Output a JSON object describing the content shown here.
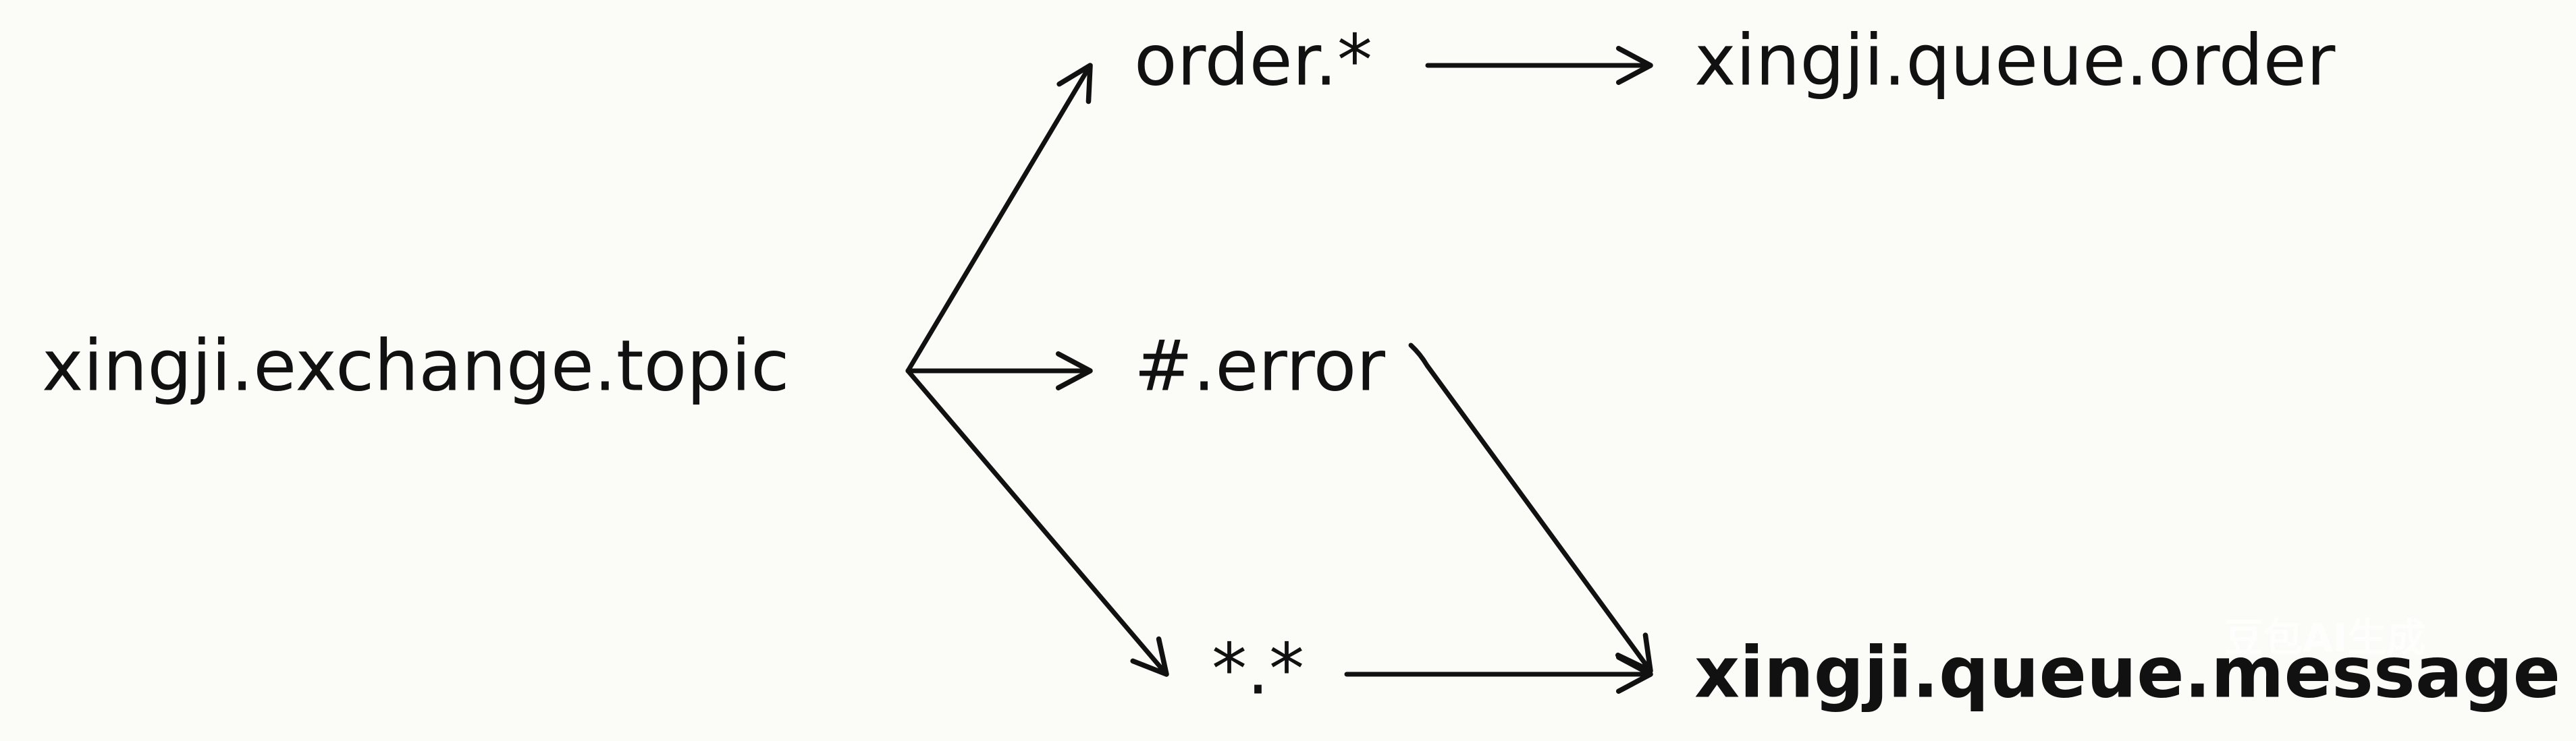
{
  "diagram": {
    "exchange": {
      "label": "xingji.exchange.topic"
    },
    "bindings": [
      {
        "key": "order_pattern",
        "label": "order.*"
      },
      {
        "key": "error_pattern",
        "label": "#.error"
      },
      {
        "key": "any_pattern",
        "label": "*.*"
      }
    ],
    "queues": [
      {
        "key": "order_queue",
        "label": "xingji.queue.order"
      },
      {
        "key": "message_queue",
        "label": "xingji.queue.message"
      }
    ],
    "edges": [
      {
        "from": "exchange",
        "to": "order_pattern"
      },
      {
        "from": "exchange",
        "to": "error_pattern"
      },
      {
        "from": "exchange",
        "to": "any_pattern"
      },
      {
        "from": "order_pattern",
        "to": "order_queue"
      },
      {
        "from": "error_pattern",
        "to": "message_queue"
      },
      {
        "from": "any_pattern",
        "to": "message_queue"
      }
    ]
  },
  "watermark": {
    "label": "豆包AI生成"
  },
  "colors": {
    "ink": "#111111",
    "background": "#fbfbf8"
  }
}
